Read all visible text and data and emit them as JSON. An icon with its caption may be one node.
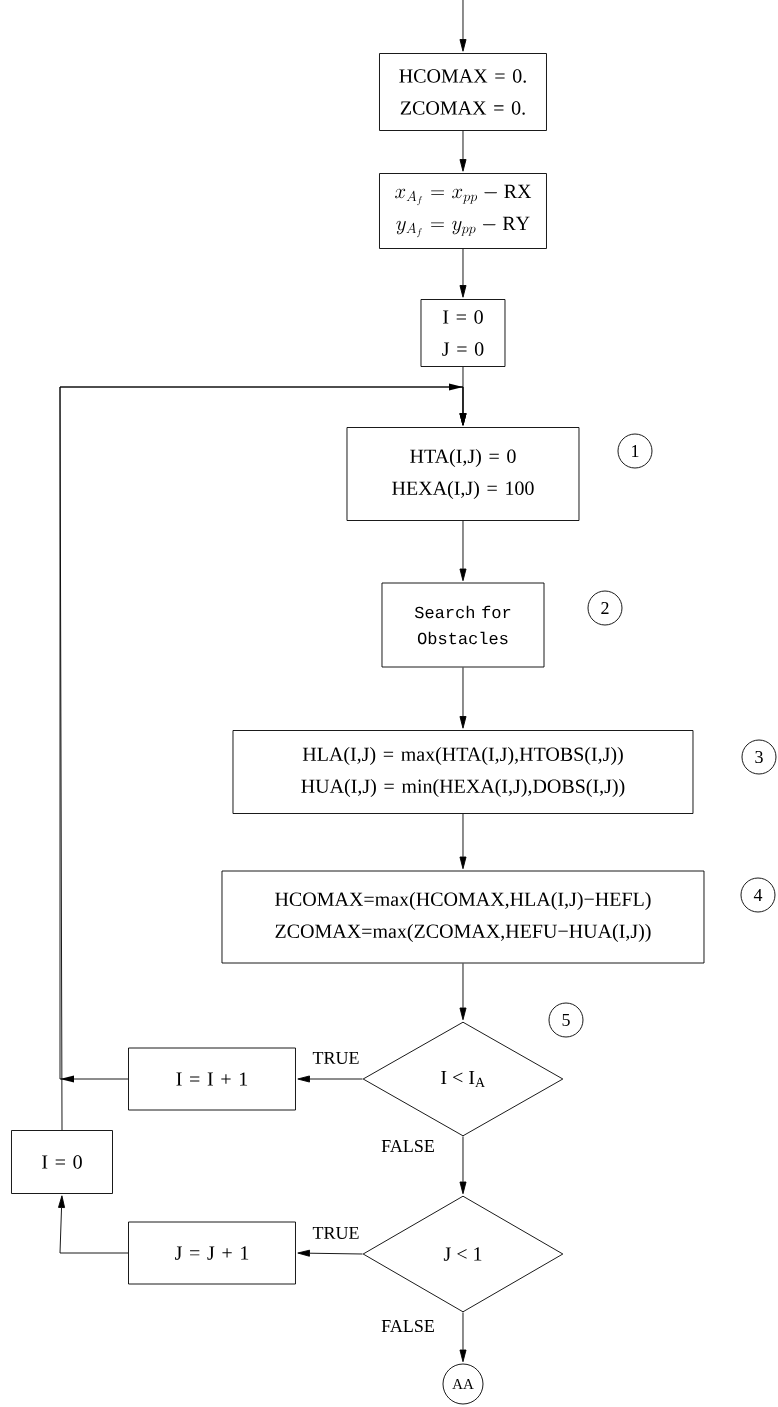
{
  "diagram": {
    "nodes": [
      {
        "text": [
          "HCOMAX = 0.",
          "ZCOMAX = 0."
        ]
      },
      {
        "text": [
          "x_{A_f} = x_{pp} - \\mathrm{RX}",
          "y_{A_f} = y_{pp} - \\mathrm{RY}"
        ]
      },
      {
        "text": [
          "I = 0",
          "J = 0"
        ]
      },
      {
        "text": [
          "HTA(I,J) = 0",
          "HEXA(I,J) = 100"
        ],
        "beside": [
          "1"
        ]
      },
      {
        "text": [
          "Search for Obstacles"
        ],
        "beside": [
          "2"
        ]
      },
      {
        "text": [
          "HLA(I,J) = max(HTA(I,J),HTOBS(I,J))",
          "HUA(I,J) = min(HEXA(I,J),DOBS(I,J))"
        ],
        "beside": [
          "3"
        ]
      },
      {
        "text": [
          "HCOMAX=max(HCOMAX,HLA(I,J)−HEFL)",
          "ZCOMAX=max(ZCOMAX,HEFU−HUA(I,J))"
        ],
        "beside": [
          "4"
        ]
      },
      {
        "text": [
          "I < I$_{A}$"
        ],
        "beside": [
          "5"
        ]
      },
      {
        "text": [
          "I = I + 1"
        ]
      },
      {
        "text": [
          "I = 0"
        ]
      },
      {
        "text": [
          "J < 1"
        ]
      },
      {
        "text": [
          "J = J + 1"
        ]
      },
      {
        "text": [
          "AA"
        ]
      }
    ],
    "edges": [
      {
        "from": null,
        "to": 0,
        "arrow": "to"
      },
      {
        "from": 0,
        "to": 1,
        "arrow": "to"
      },
      {
        "from": 1,
        "to": 2,
        "arrow": "to"
      },
      {
        "from": 2,
        "to": 3,
        "arrow": "to"
      },
      {
        "from": 3,
        "to": 4,
        "arrow": "to"
      },
      {
        "from": 4,
        "to": 5,
        "arrow": "to"
      },
      {
        "from": 5,
        "to": 6,
        "arrow": "to"
      },
      {
        "from": 6,
        "to": 7,
        "arrow": "to"
      },
      {
        "from": 7,
        "to": 8,
        "arrow": "to",
        "label": "TRUE"
      },
      {
        "from": 8,
        "to": 3,
        "arrow": "to"
      },
      {
        "from": 9,
        "to": 3,
        "arrow": "to"
      },
      {
        "from": 7,
        "to": 10,
        "arrow": "to",
        "label": "FALSE"
      },
      {
        "from": 10,
        "to": 11,
        "arrow": "to",
        "label": "TRUE"
      },
      {
        "from": 11,
        "to": 9,
        "arrow": "to"
      },
      {
        "from": 10,
        "to": 12,
        "arrow": "to",
        "label": "FALSE"
      }
    ]
  }
}
